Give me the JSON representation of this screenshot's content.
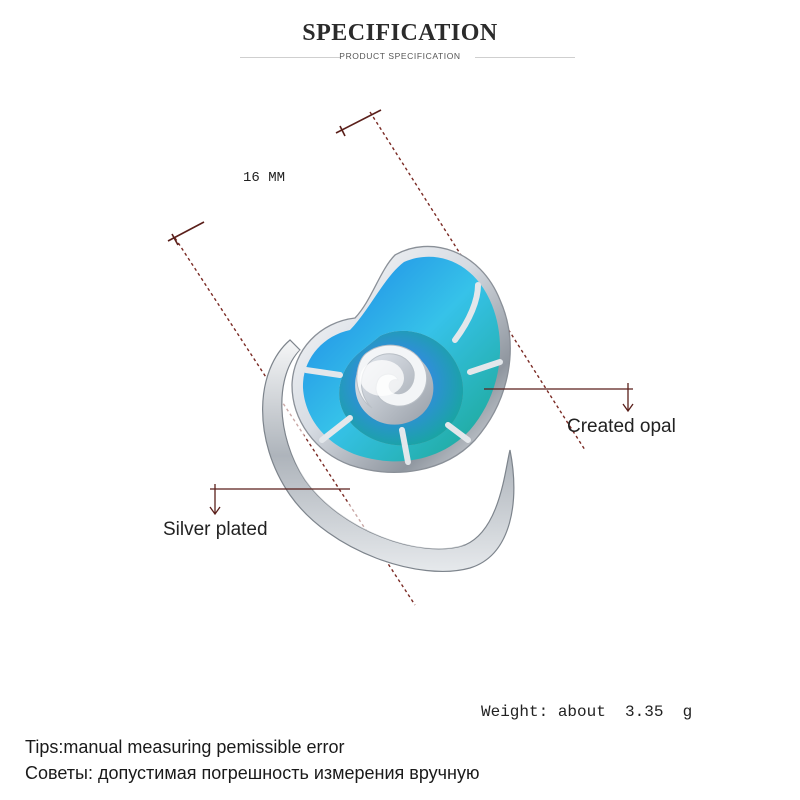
{
  "header": {
    "title": "SPECIFICATION",
    "subtitle": "PRODUCT SPECIFICATION"
  },
  "product": {
    "image_icon": "opal-shell-ring-image",
    "dimension_label": "16 MM",
    "callouts": {
      "stone": "Created opal",
      "metal": "Silver plated"
    },
    "weight_text": "Weight: about  3.35  g"
  },
  "footer": {
    "tip_en": "Tips:manual measuring pemissible error",
    "tip_ru": "Советы: допустимая погрешность измерения вручную"
  },
  "colors": {
    "opal_blue": "#2f8fd8",
    "opal_green": "#26b7a0",
    "silver": "#d9dde2",
    "measure_line": "#7a2a24"
  }
}
